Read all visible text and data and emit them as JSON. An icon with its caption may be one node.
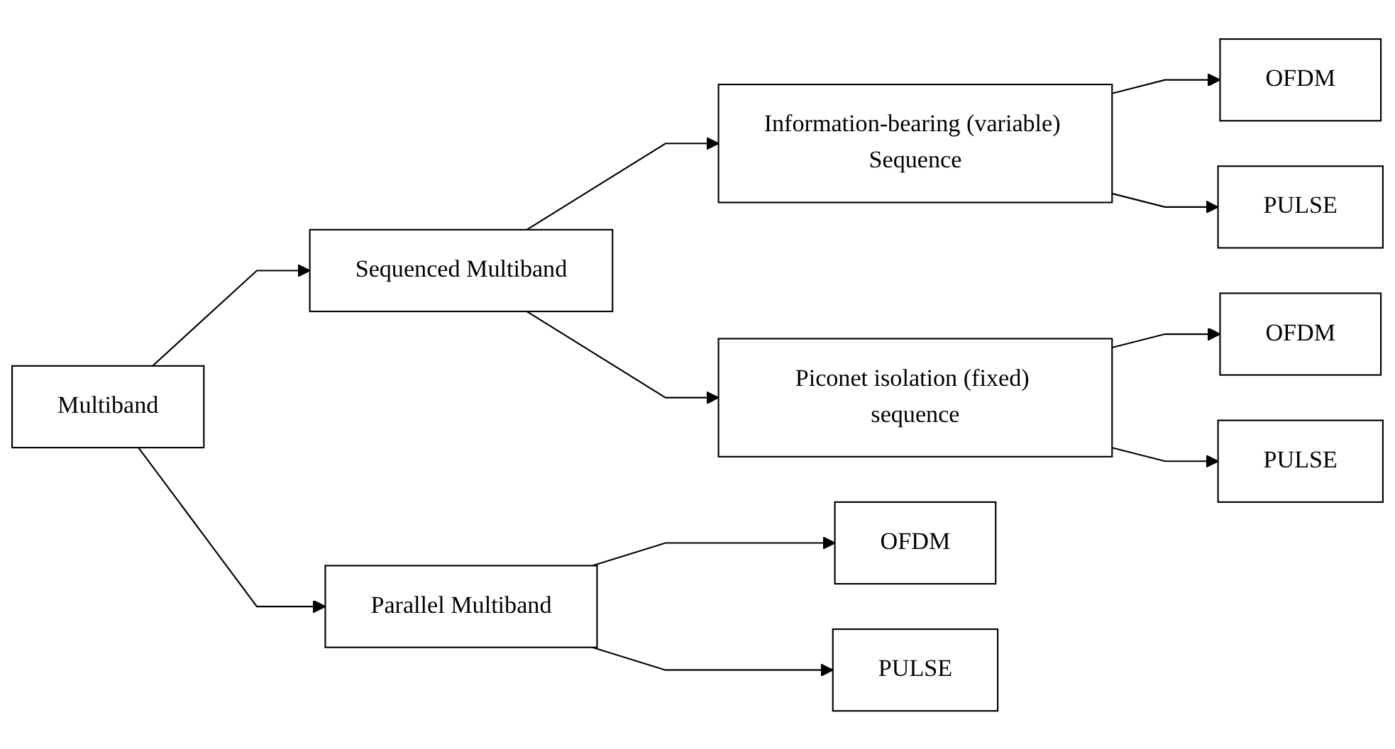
{
  "diagram": {
    "nodes": [
      {
        "text": [
          "Multiband"
        ]
      },
      {
        "text": [
          "Sequenced Multiband"
        ]
      },
      {
        "text": [
          "Information-bearing (variable) Sequence"
        ]
      },
      {
        "text": [
          "OFDM"
        ]
      },
      {
        "text": [
          "PULSE"
        ]
      },
      {
        "text": [
          "Piconet isolation (fixed) sequence"
        ]
      },
      {
        "text": [
          "OFDM"
        ]
      },
      {
        "text": [
          "PULSE"
        ]
      },
      {
        "text": [
          "Parallel Multiband"
        ]
      },
      {
        "text": [
          "OFDM"
        ]
      },
      {
        "text": [
          "PULSE"
        ]
      }
    ],
    "edges": [
      {
        "from": 0,
        "to": 1,
        "arrow": "to"
      },
      {
        "from": 0,
        "to": 8,
        "arrow": "to"
      },
      {
        "from": 1,
        "to": 2,
        "arrow": "to"
      },
      {
        "from": 1,
        "to": 5,
        "arrow": "to"
      },
      {
        "from": 2,
        "to": 3,
        "arrow": "to"
      },
      {
        "from": 2,
        "to": 4,
        "arrow": "to"
      },
      {
        "from": 5,
        "to": 6,
        "arrow": "to"
      },
      {
        "from": 5,
        "to": 7,
        "arrow": "to"
      },
      {
        "from": 8,
        "to": 9,
        "arrow": "to"
      },
      {
        "from": 8,
        "to": 10,
        "arrow": "to"
      }
    ]
  }
}
